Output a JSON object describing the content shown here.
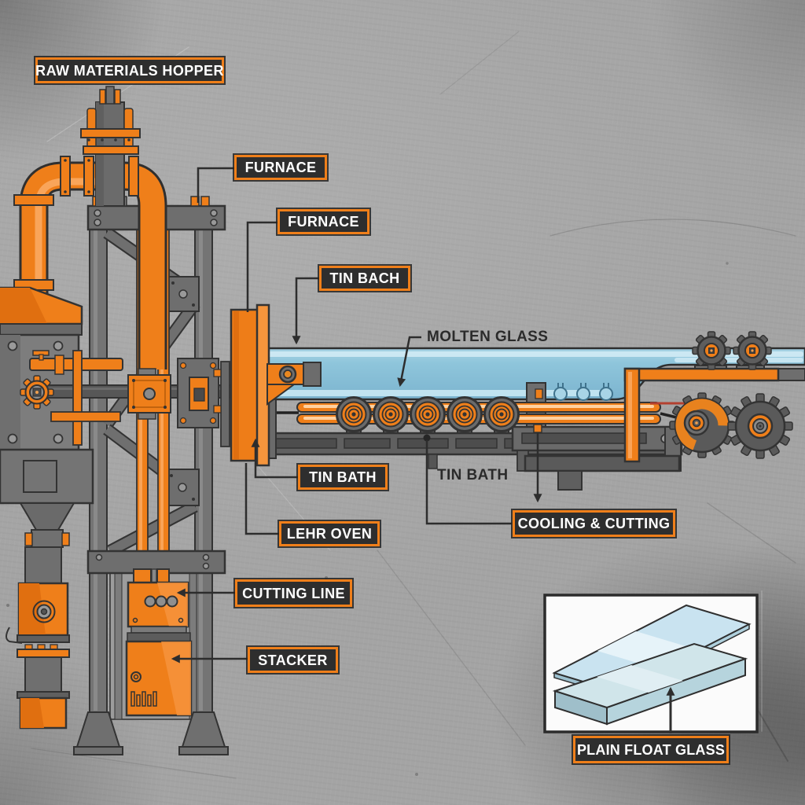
{
  "diagram": {
    "callouts": {
      "raw_materials_hopper": "RAW MATERIALS HOPPER",
      "furnace_top": "FURNACE",
      "furnace_mid": "FURNACE",
      "tin_bach": "TIN BACH",
      "molten_glass": "MOLTEN GLASS",
      "tin_bath_boxed": "TIN BATH",
      "tin_bath_plain": "TIN BATH",
      "lehr_oven": "LEHR OVEN",
      "cooling_cutting": "COOLING & CUTTING",
      "cutting_line": "CUTTING LINE",
      "stacker": "STACKER",
      "plain_float_glass": "PLAIN FLOAT GLASS"
    },
    "colors": {
      "accent_orange": "#EF7F1A",
      "label_background": "#2E2E2E",
      "label_text": "#FFFFFF",
      "annotation_text": "#2B2B2B",
      "molten_glass_blue": "#8BC1DA",
      "glass_highlight": "#CFEAF5",
      "machine_gray": "#6E6E6E",
      "machine_dark_gray": "#4A4A4A",
      "background_gray": "#A4A4A4",
      "inset_background": "#FBFBFB"
    }
  }
}
